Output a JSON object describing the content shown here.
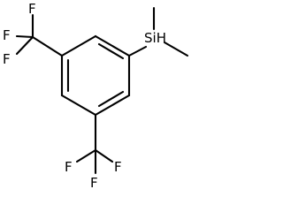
{
  "molecule": {
    "atoms": {
      "F_top_1": "F",
      "F_top_2": "F",
      "F_top_3": "F",
      "F_bot_1": "F",
      "F_bot_2": "F",
      "F_bot_3": "F",
      "si": "SiH"
    }
  }
}
